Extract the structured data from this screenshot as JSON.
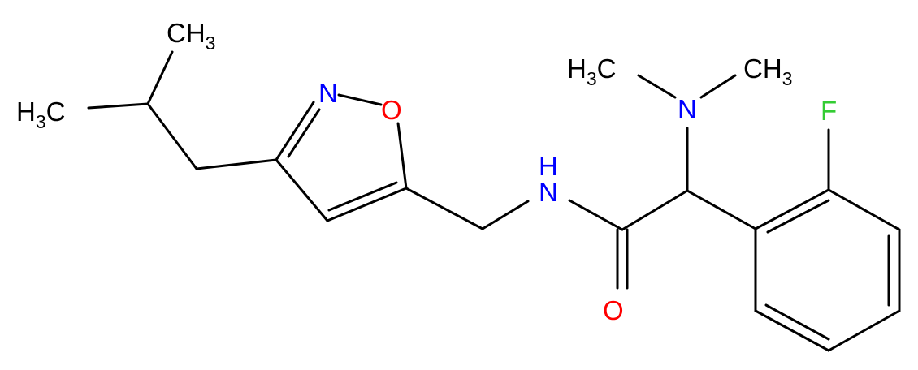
{
  "molecule": {
    "atoms": {
      "ch3_top": {
        "main": "CH",
        "sub": "3",
        "color": "#000000"
      },
      "h3c_left": {
        "prefix": "H",
        "sub": "3",
        "main": "C",
        "color": "#000000"
      },
      "n_isoxazole": {
        "main": "N",
        "color": "#0000ff"
      },
      "o_isoxazole": {
        "main": "O",
        "color": "#ff0000"
      },
      "nh_amide": {
        "main": "N",
        "second": "H",
        "color": "#0000ff"
      },
      "o_carbonyl": {
        "main": "O",
        "color": "#ff0000"
      },
      "n_dimethyl": {
        "main": "N",
        "color": "#0000ff"
      },
      "h3c_nme": {
        "prefix": "H",
        "sub": "3",
        "main": "C",
        "color": "#000000"
      },
      "ch3_nme": {
        "main": "CH",
        "sub": "3",
        "color": "#000000"
      },
      "f_atom": {
        "main": "F",
        "color": "#33cc33"
      }
    }
  }
}
